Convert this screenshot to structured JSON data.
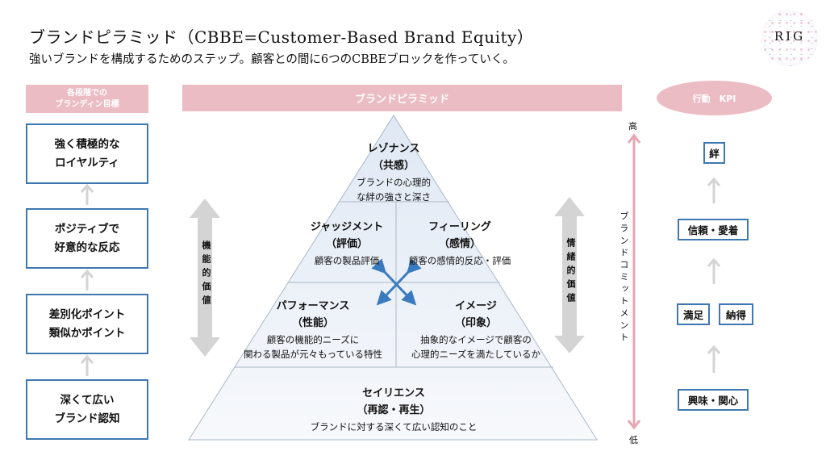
{
  "header": {
    "title": "ブランドピラミッド（CBBE=Customer-Based Brand Equity）",
    "subtitle": "強いブランドを構成するためのステップ。顧客との間に6つのCBBEブロックを作っていく。",
    "logo": "RIG"
  },
  "left": {
    "heading_line1": "各段階での",
    "heading_line2": "ブランディン目標",
    "boxes": [
      {
        "l1": "強く積極的な",
        "l2": "ロイヤルティ"
      },
      {
        "l1": "ポジティブで",
        "l2": "好意的な反応"
      },
      {
        "l1": "差別化ポイント",
        "l2": "類似かポイント"
      },
      {
        "l1": "深くて広い",
        "l2": "ブランド認知"
      }
    ]
  },
  "pyramid": {
    "heading": "ブランドピラミッド",
    "resonance": {
      "name": "レゾナンス",
      "sub": "（共感）",
      "d1": "ブランドの心理的",
      "d2": "な絆の強さと深さ"
    },
    "judgment": {
      "name": "ジャッジメント",
      "sub": "（評価）",
      "d1": "顧客の製品評価"
    },
    "feeling": {
      "name": "フィーリング",
      "sub": "（感情）",
      "d1": "顧客の感情的反応・評価"
    },
    "performance": {
      "name": "パフォーマンス",
      "sub": "（性能）",
      "d1": "顧客の機能的ニーズに",
      "d2": "関わる製品が元々もっている特性"
    },
    "imagery": {
      "name": "イメージ",
      "sub": "（印象）",
      "d1": "抽象的なイメージで顧客の",
      "d2": "心理的ニーズを満たしているか"
    },
    "salience": {
      "name": "セイリエンス",
      "sub": "（再認・再生）",
      "d1": "ブランドに対する深くて広い認知のこと"
    },
    "left_value": "機能的価値",
    "right_value": "情緒的価値"
  },
  "axis": {
    "high": "高",
    "low": "低",
    "label": "ブランドコミットメント",
    "color": "#e8a5b3"
  },
  "kpi": {
    "heading": "行動　KPI",
    "items": [
      "絆",
      "信頼・愛着",
      "満足",
      "納得",
      "興味・関心"
    ]
  },
  "colors": {
    "pink": "#ecbcc4",
    "blue": "#3f78b0",
    "arrow_gray": "#d4d4d4"
  }
}
